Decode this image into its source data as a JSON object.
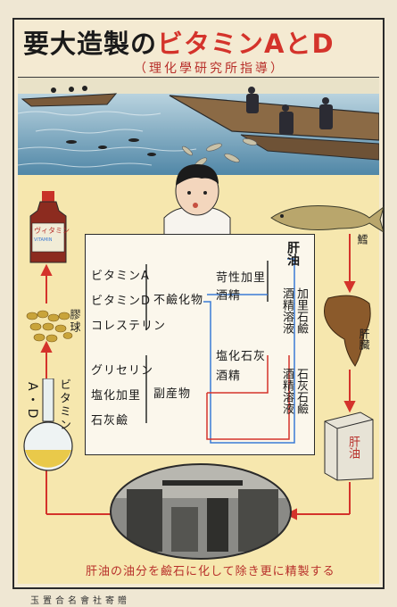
{
  "poster": {
    "title_dark": "要大造製の",
    "title_red": "ビタミンAとD",
    "subtitle": "（理化學研究所指導）",
    "caption": "肝油の油分を鹼石に化して除き更に精製する",
    "publisher": "玉置合名會社寄贈"
  },
  "labels": {
    "cod": "鱈",
    "liver": "肝臓",
    "can": "肝油",
    "bottle_label": "ヴィタミン",
    "bottle_sub": "VITAMIN",
    "flask_main": "ビタミン",
    "flask_ad": "A・D",
    "pills": "膠球"
  },
  "diagram": {
    "col_right": [
      "肝油",
      "加里石鹼",
      "酒精溶液",
      "石灰石鹼",
      "酒精溶液"
    ],
    "col_middle_top": [
      "苛性加里",
      "酒精"
    ],
    "col_middle_bottom": [
      "塩化石灰",
      "酒精"
    ],
    "unsap": "不鹼化物",
    "byproduct": "副産物",
    "products_top": [
      "ビタミンA",
      "ビタミンD",
      "コレステリン"
    ],
    "products_bottom": [
      "グリセリン",
      "塩化加里",
      "石灰鹼"
    ]
  },
  "colors": {
    "accent_red": "#d4332b",
    "flow_blue": "#3a7bd5"
  }
}
